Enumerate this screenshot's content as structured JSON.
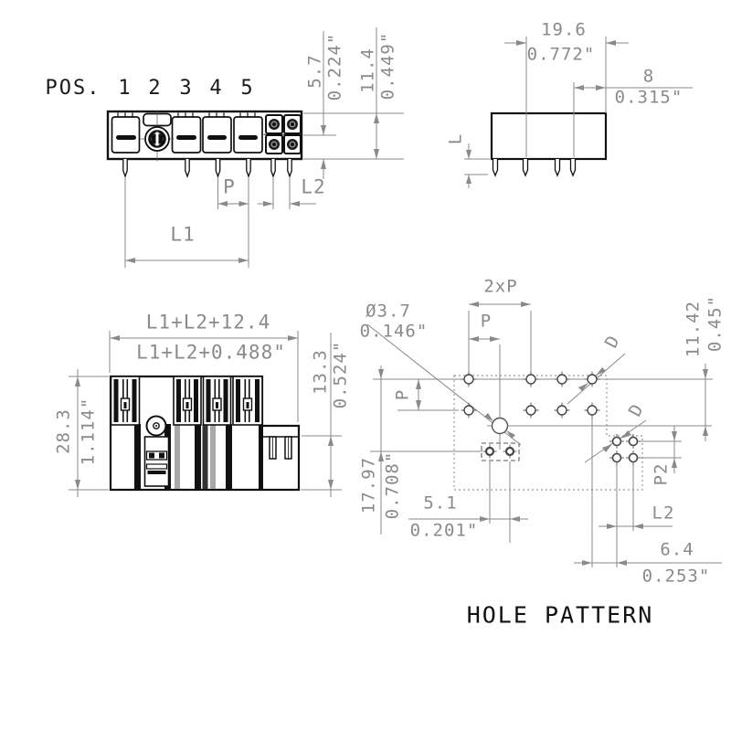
{
  "top_view": {
    "pos_label": "POS.",
    "positions": [
      "1",
      "2",
      "3",
      "4",
      "5"
    ],
    "dim_a_mm": "5.7",
    "dim_a_in": "0.224\"",
    "dim_b_mm": "11.4",
    "dim_b_in": "0.449\"",
    "pitch_label": "P",
    "l1_label": "L1",
    "l2_label": "L2"
  },
  "side_view": {
    "width_mm": "19.6",
    "width_in": "0.772\"",
    "offset_mm": "8",
    "offset_in": "0.315\"",
    "pin_length_label": "L"
  },
  "front_view": {
    "total_width_mm": "L1+L2+12.4",
    "total_width_in": "L1+L2+0.488\"",
    "height_mm": "28.3",
    "height_in": "1.114\"",
    "step_height_mm": "13.3",
    "step_height_in": "0.524\""
  },
  "hole_pattern": {
    "title": "HOLE PATTERN",
    "two_pitch_label": "2xP",
    "pitch_label_top": "P",
    "pitch_label_left": "P",
    "hole_dia_mm": "Ø3.7",
    "hole_dia_in": "0.146\"",
    "row_offset_mm": "11.42",
    "row_offset_in": "0.45\"",
    "height_mm": "17.97",
    "height_in": "0.708\"",
    "pair_spacing_mm": "5.1",
    "pair_spacing_in": "0.201\"",
    "edge_mm": "6.4",
    "edge_in": "0.253\"",
    "p2_label": "P2",
    "l2_label": "L2",
    "d_label_1": "D",
    "d_label_2": "D"
  }
}
